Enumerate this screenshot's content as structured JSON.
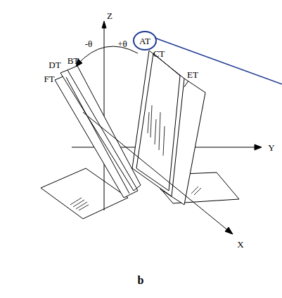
{
  "diagram": {
    "caption": "b",
    "labels": [
      "Z",
      "-θ",
      "+θ",
      "AT",
      "CT",
      "DT",
      "BT",
      "FT",
      "ET",
      "Y",
      "X"
    ]
  }
}
